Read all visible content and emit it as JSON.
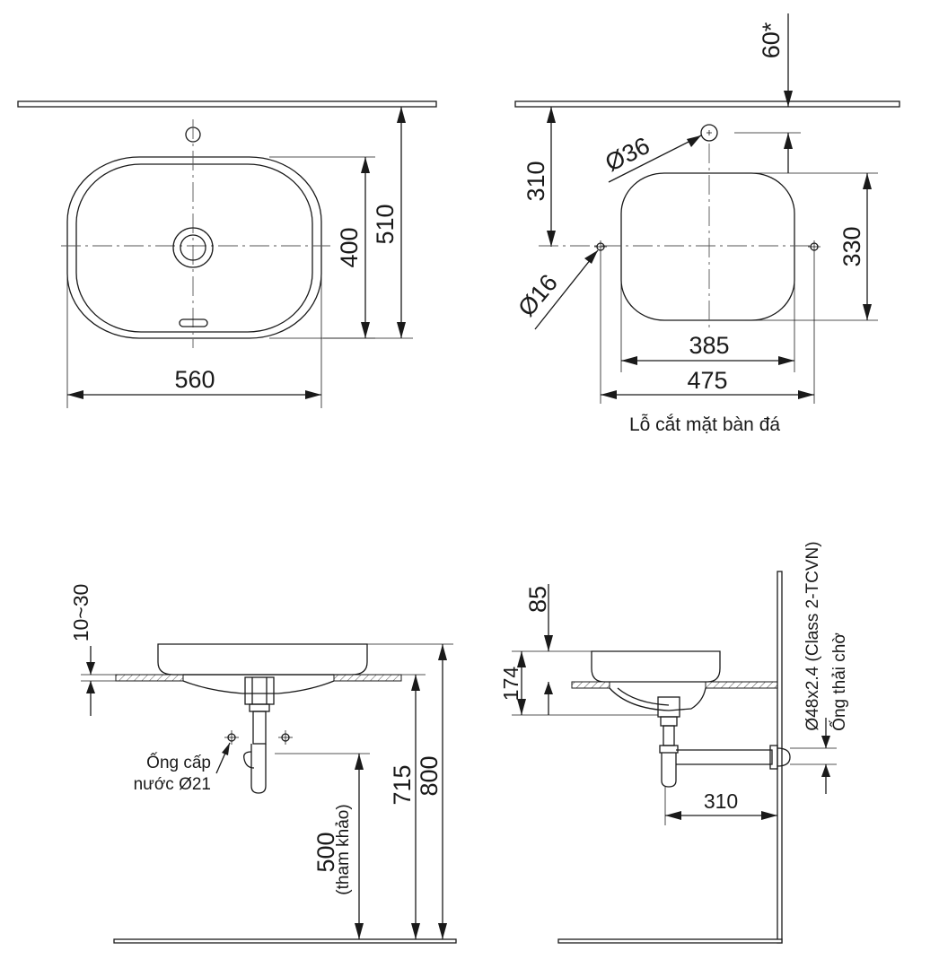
{
  "top_view": {
    "width_label": "560",
    "bowl_depth_label": "400",
    "overall_depth_label": "510"
  },
  "cutout_view": {
    "faucet_offset_label": "60*",
    "faucet_hole_label": "Ø36",
    "faucet_center_label": "310",
    "drain_hole_label": "Ø16",
    "cutout_height_label": "330",
    "inner_width_label": "385",
    "outer_width_label": "475",
    "caption": "Lỗ cắt mặt bàn đá"
  },
  "front_section": {
    "counter_thickness_label": "10~30",
    "supply_label_line1": "Ống cấp",
    "supply_label_line2": "nước Ø21",
    "reference_height_label": "500",
    "reference_note": "(tham khảo)",
    "counter_height_label": "715",
    "rim_height_label": "800"
  },
  "side_section": {
    "above_counter_label": "85",
    "bowl_height_label": "174",
    "wall_distance_label": "310",
    "waste_pipe_label": "Ø48x2.4 (Class 2-TCVN)",
    "waste_pipe_caption": "Ống thải chờ"
  }
}
